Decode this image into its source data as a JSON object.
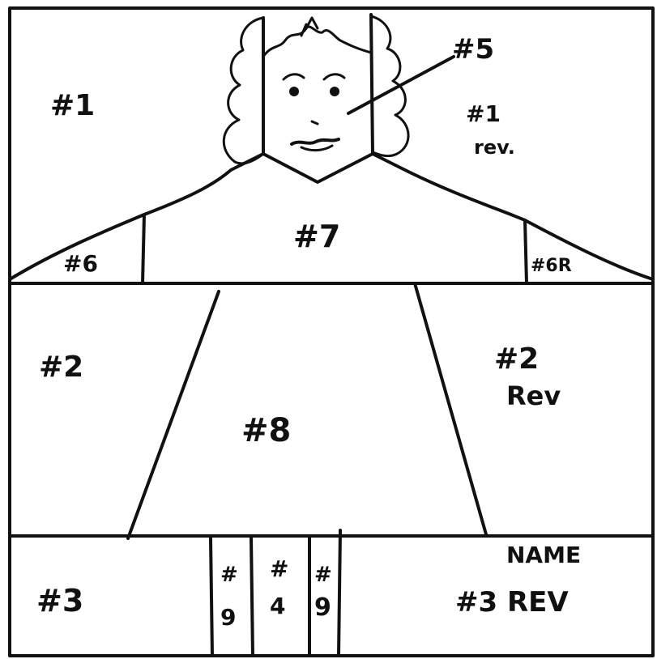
{
  "colors": {
    "ink": "#111111",
    "paper": "#ffffff"
  },
  "labels": {
    "p1": "#1",
    "p1_rev_num": "#1",
    "p1_rev_word": "rev.",
    "p5": "#5",
    "p6": "#6",
    "p6r": "#6R",
    "p7": "#7",
    "p2": "#2",
    "p2_rev_num": "#2",
    "p2_rev_word": "Rev",
    "p8": "#8",
    "p3": "#3",
    "p9_left_hash": "#",
    "p9_left_num": "9",
    "p4_hash": "#",
    "p4_num": "4",
    "p9_right_hash": "#",
    "p9_right_num": "9",
    "name": "NAME",
    "p3_rev": "#3 REV"
  }
}
